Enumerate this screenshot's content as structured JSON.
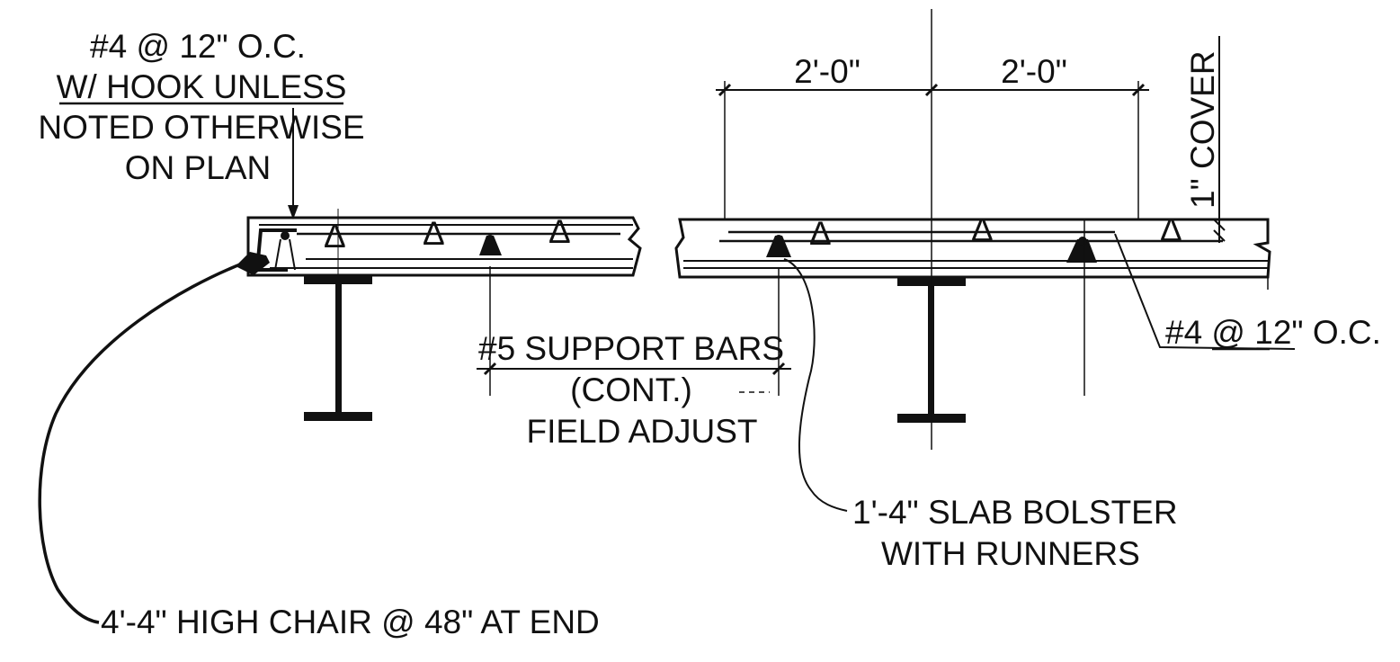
{
  "notes": {
    "top_bar": {
      "line1": "#4 @ 12\" O.C.",
      "line2": "W/ HOOK UNLESS",
      "line3": "NOTED OTHERWISE",
      "line4": "ON PLAN"
    },
    "support_bars": {
      "line1": "#5 SUPPORT BARS",
      "line2": "(CONT.)",
      "line3": "FIELD ADJUST"
    },
    "slab_bolster": {
      "line1": "1'-4\" SLAB BOLSTER",
      "line2": "WITH RUNNERS"
    },
    "high_chair": "4'-4\" HIGH CHAIR @ 48\" AT END",
    "bottom_bar": "#4 @ 12\" O.C.",
    "cover": "1\" COVER"
  },
  "dimensions": {
    "left_span": "2'-0\"",
    "right_span": "2'-0\""
  }
}
